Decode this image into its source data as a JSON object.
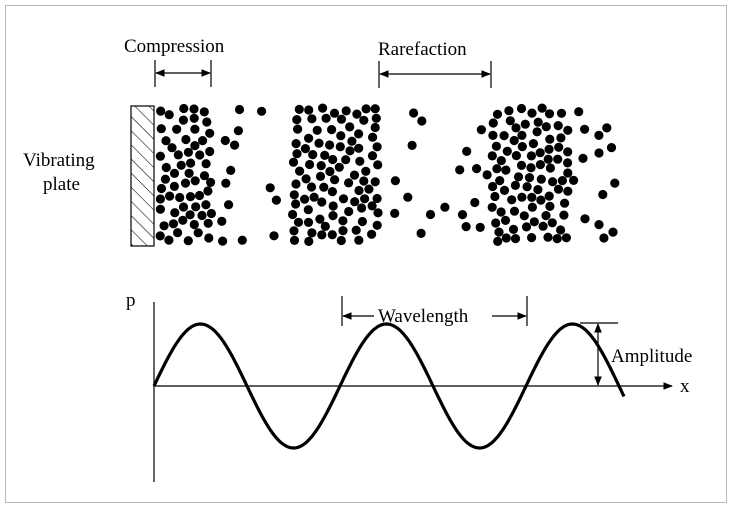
{
  "labels": {
    "compression": "Compression",
    "rarefaction": "Rarefaction",
    "plate_line1": "Vibrating",
    "plate_line2": "plate",
    "p_axis": "p",
    "x_axis": "x",
    "wavelength": "Wavelength",
    "amplitude": "Amplitude"
  },
  "colors": {
    "ink": "#000000",
    "frame": "#b8b8b8",
    "background": "#ffffff"
  },
  "diagram": {
    "particles_seed": 7,
    "waves_shown": 2.5,
    "particles_per_cluster": "dense compression / sparse rarefaction"
  }
}
